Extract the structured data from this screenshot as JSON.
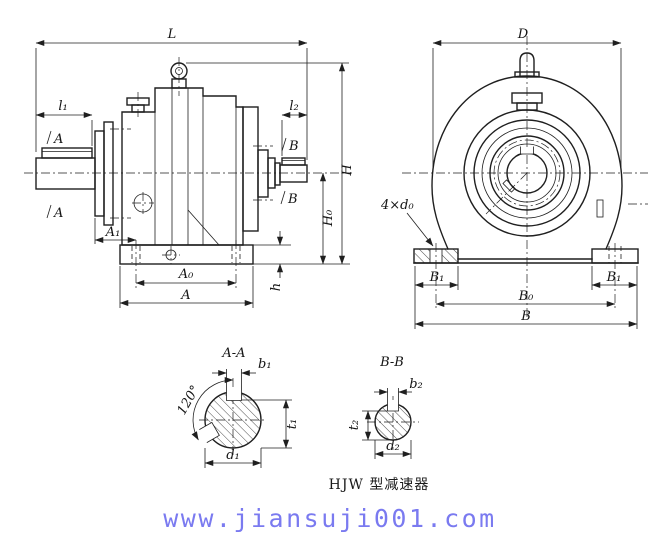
{
  "page": {
    "background": "#ffffff"
  },
  "drawing": {
    "line_color": "#1f1f1f",
    "watermark_color": "#7a7af0",
    "left_view": {
      "dim_L": "L",
      "dim_l1": "l₁",
      "dim_l2": "l₂",
      "dim_A1": "A₁",
      "dim_A0": "A₀",
      "dim_A": "A",
      "dim_h": "h",
      "dim_H0": "H₀",
      "dim_H": "H",
      "section_mark_A_top": "A",
      "section_mark_A_bottom": "A",
      "section_mark_B_top": "B",
      "section_mark_B_bottom": "B"
    },
    "right_view": {
      "dim_D": "D",
      "label_bolt_holes": "4×d₀",
      "dim_B1_left": "B₁",
      "dim_B1_right": "B₁",
      "dim_B0": "B₀",
      "dim_B": "B"
    },
    "section_AA": {
      "title": "A-A",
      "dim_b1": "b₁",
      "dim_angle": "120°",
      "dim_d1": "d₁",
      "dim_t1": "t₁"
    },
    "section_BB": {
      "title": "B-B",
      "dim_b2": "b₂",
      "dim_t2": "t₂",
      "dim_d2": "d₂"
    },
    "caption": "HJW 型减速器",
    "watermark": "www.jiansuji001.com"
  }
}
